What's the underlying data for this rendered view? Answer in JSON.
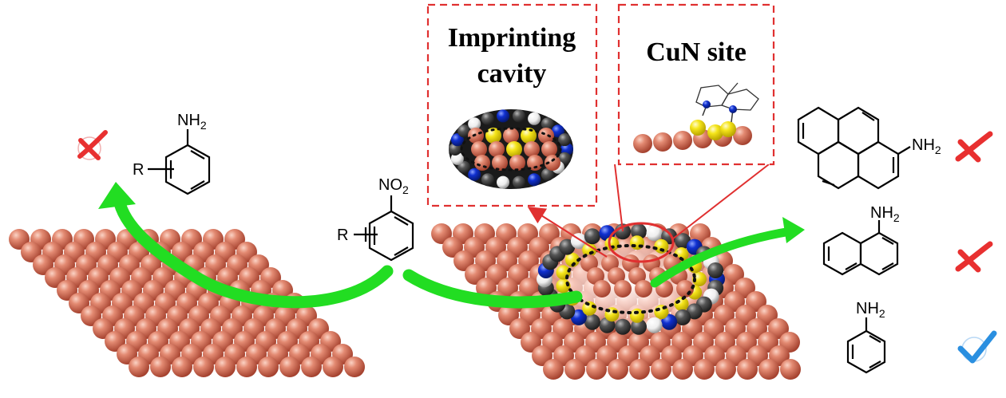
{
  "callouts": {
    "cavity": {
      "line1": "Imprinting",
      "line2": "cavity"
    },
    "site": {
      "title": "CuN site"
    }
  },
  "molecules": {
    "product_left": {
      "amine": "NH",
      "amine_sub": "2",
      "substituent": "R",
      "result": "rejected"
    },
    "reactant": {
      "nitro": "NO",
      "nitro_sub": "2",
      "substituent": "R"
    },
    "pyrene_amine": {
      "amine": "NH",
      "amine_sub": "2",
      "result": "rejected"
    },
    "naphthyl_amine": {
      "amine": "NH",
      "amine_sub": "2",
      "result": "rejected"
    },
    "aniline": {
      "amine": "NH",
      "amine_sub": "2",
      "result": "accepted"
    }
  },
  "colors": {
    "copper": "#d9735b",
    "copper_dark": "#a84a36",
    "arrow_green": "#22dd22",
    "dashed_red": "#e03030",
    "cross_red": "#e83030",
    "check_blue": "#2a8fe0",
    "sulfur_yellow": "#f5e51a",
    "nitrogen_blue": "#1030d0",
    "carbon_gray": "#505050"
  }
}
